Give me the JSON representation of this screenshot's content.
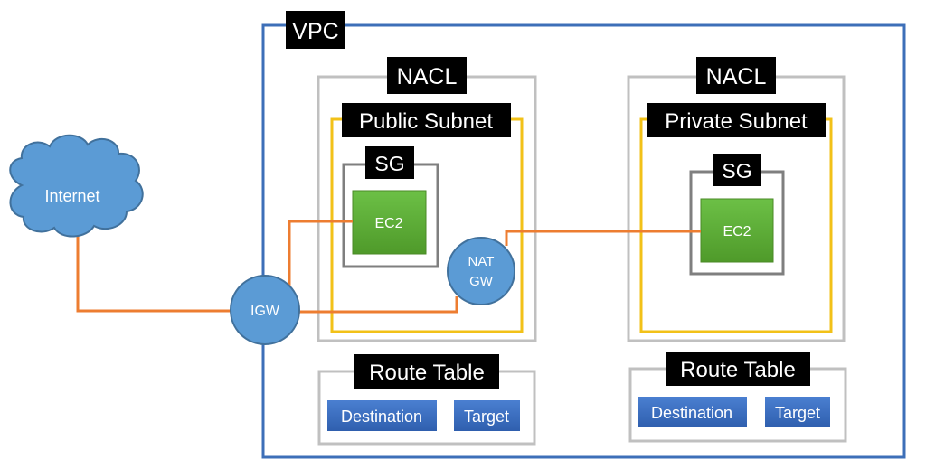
{
  "vpc": {
    "label": "VPC",
    "color": "#3d6fb8"
  },
  "internet": {
    "label": "Internet",
    "color": "#5b9bd5"
  },
  "igw": {
    "label": "IGW",
    "color": "#5b9bd5"
  },
  "nat_gw": {
    "label_line1": "NAT",
    "label_line2": "GW",
    "color": "#5b9bd5"
  },
  "public": {
    "nacl_label": "NACL",
    "subnet_label": "Public Subnet",
    "sg_label": "SG",
    "ec2_label": "EC2",
    "route_table": {
      "title": "Route Table",
      "destination": "Destination",
      "target": "Target"
    }
  },
  "private": {
    "nacl_label": "NACL",
    "subnet_label": "Private Subnet",
    "sg_label": "SG",
    "ec2_label": "EC2",
    "route_table": {
      "title": "Route Table",
      "destination": "Destination",
      "target": "Target"
    }
  },
  "colors": {
    "nacl_border": "#c0c0c0",
    "subnet_border": "#f2c118",
    "sg_border": "#7f7f7f",
    "ec2_fill": "#5fb135",
    "connection_line": "#ed7d31",
    "label_bg": "#000000",
    "route_cell_fill": "#3b6fc4"
  }
}
